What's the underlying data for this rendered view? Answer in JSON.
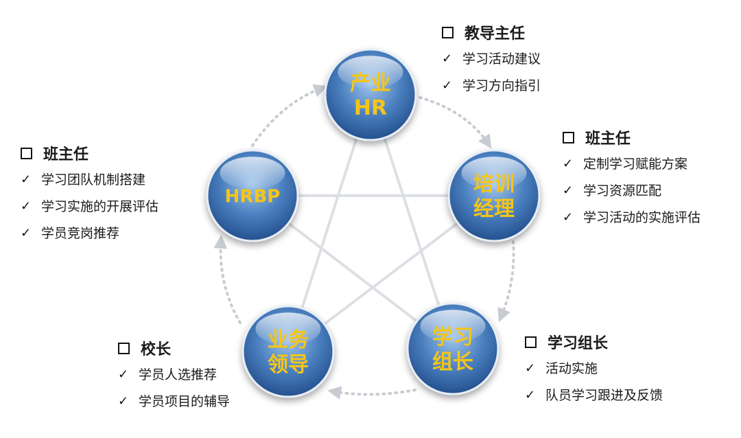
{
  "nodes": [
    {
      "id": "industry_hr",
      "lines": [
        "产业",
        "HR"
      ]
    },
    {
      "id": "training_manager",
      "lines": [
        "培训",
        "经理"
      ]
    },
    {
      "id": "study_leader",
      "lines": [
        "学习",
        "组长"
      ]
    },
    {
      "id": "business_leader",
      "lines": [
        "业务",
        "领导"
      ]
    },
    {
      "id": "hrbp",
      "lines": [
        "HRBP"
      ]
    }
  ],
  "roles": [
    {
      "id": "mentor",
      "title": "教导主任",
      "items": [
        "学习活动建议",
        "学习方向指引"
      ]
    },
    {
      "id": "head_teacher_right",
      "title": "班主任",
      "items": [
        "定制学习赋能方案",
        "学习资源匹配",
        "学习活动的实施评估"
      ]
    },
    {
      "id": "group_leader",
      "title": "学习组长",
      "items": [
        "活动实施",
        "队员学习跟进及反馈"
      ]
    },
    {
      "id": "principal",
      "title": "校长",
      "items": [
        "学员人选推荐",
        "学员项目的辅导"
      ]
    },
    {
      "id": "head_teacher_left",
      "title": "班主任",
      "items": [
        "学习团队机制搭建",
        "学习实施的开展评估",
        "学员竞岗推荐"
      ]
    }
  ],
  "colors": {
    "node_fill_light": "#9ec4ec",
    "node_fill_mid": "#4a7fbf",
    "node_fill_dark": "#24508e",
    "node_label": "#f5c518",
    "star_line": "#dcdfe4",
    "cycle_arrow": "#c8ccd2"
  }
}
